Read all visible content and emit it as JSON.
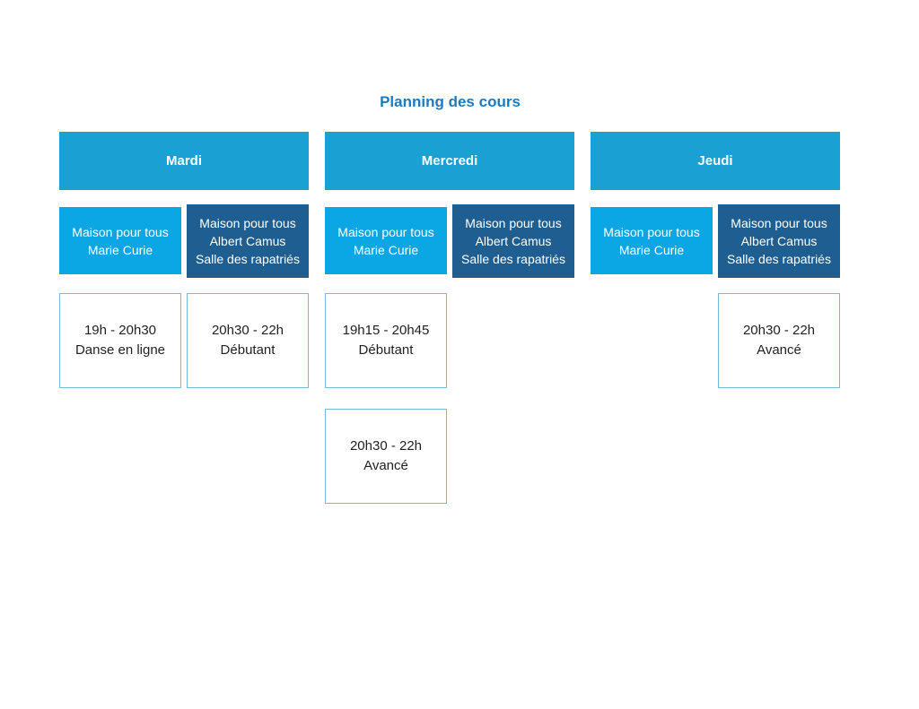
{
  "page": {
    "title": "Planning des cours"
  },
  "colors": {
    "page_bg": "#ffffff",
    "title_text": "#1e7ac0",
    "day_header_bg": "#1ba0d4",
    "header_text": "#ffffff",
    "location_light_bg": "#0ba6e4",
    "location_dark_bg": "#1e5e90",
    "location_text": "#ffffff",
    "slot_border": "#79b9d6",
    "slot_text": "#1f1f1f"
  },
  "columns": [
    {
      "day": "Mardi",
      "locations": {
        "light": {
          "line1": "Maison pour tous",
          "line2": "Marie Curie"
        },
        "dark": {
          "line1": "Maison pour tous",
          "line2": "Albert Camus",
          "line3": "Salle des rapatriés"
        }
      },
      "slots": {
        "left_row1": {
          "time": "19h - 20h30",
          "label": "Danse en ligne"
        },
        "right_row1": {
          "time": "20h30 - 22h",
          "label": "Débutant"
        }
      }
    },
    {
      "day": "Mercredi",
      "locations": {
        "light": {
          "line1": "Maison pour tous",
          "line2": "Marie Curie"
        },
        "dark": {
          "line1": "Maison pour tous",
          "line2": "Albert Camus",
          "line3": "Salle des rapatriés"
        }
      },
      "slots": {
        "left_row1": {
          "time": "19h15 - 20h45",
          "label": "Débutant"
        },
        "left_row2": {
          "time": "20h30 - 22h",
          "label": "Avancé"
        }
      }
    },
    {
      "day": "Jeudi",
      "locations": {
        "light": {
          "line1": "Maison pour tous",
          "line2": "Marie Curie"
        },
        "dark": {
          "line1": "Maison pour tous",
          "line2": "Albert Camus",
          "line3": "Salle des rapatriés"
        }
      },
      "slots": {
        "right_row1": {
          "time": "20h30 - 22h",
          "label": "Avancé"
        }
      }
    }
  ]
}
